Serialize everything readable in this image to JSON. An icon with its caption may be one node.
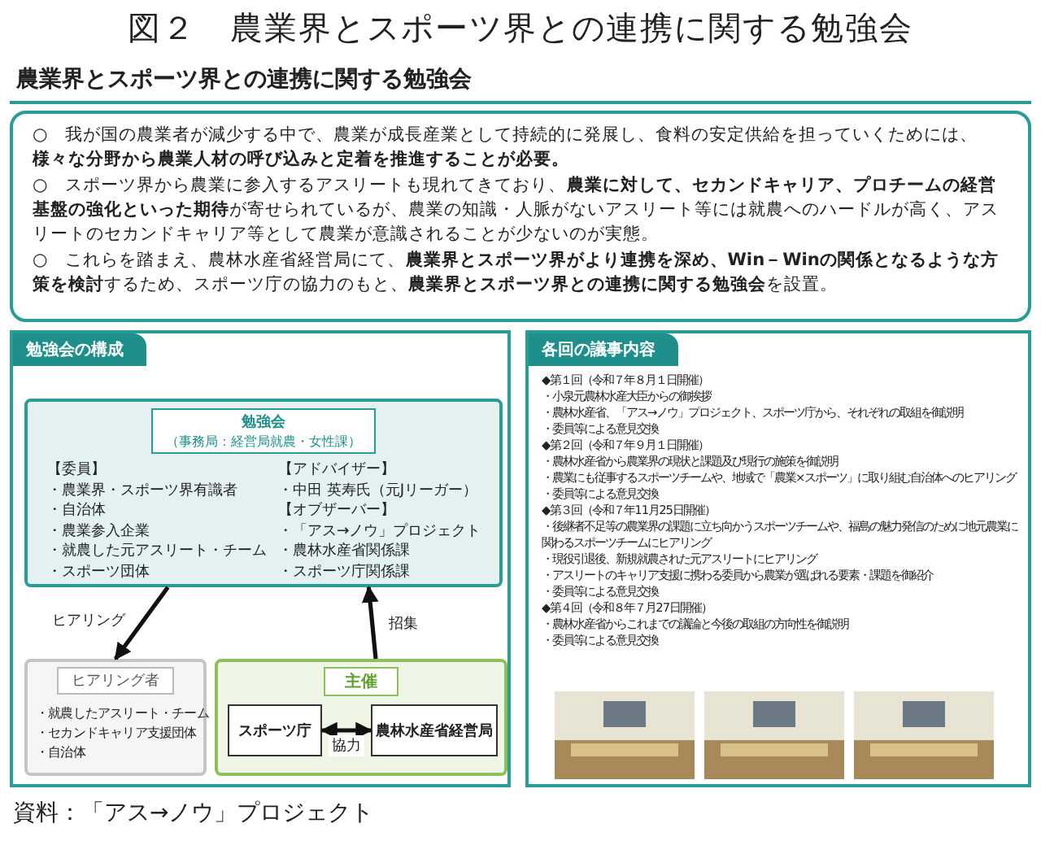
{
  "diagram": {
    "title": "図２　農業界とスポーツ界との連携に関する勉強会",
    "caption": "資料：「アス→ノウ」プロジェクト",
    "nodes": [
      {
        "text": [
          "○　我が国の農業者が減少する中で、農業が成長産業として持続的に発展し、食料の安定供給を担っていくためには、**様々な分野から農業人材の呼び込みと定着を推進することが必要。**",
          "○　スポーツ界から農業に参入するアスリートも現れてきており、**農業に対して、セカンドキャリア、プロチームの経営基盤の強化といった期待**が寄せられているが、農業の知識・人脈がないアスリート等には就農へのハードルが高く、アスリートのセカンドキャリア等として農業が意識されることが少ないのが実態。",
          "○　これらを踏まえ、農林水産省経営局にて、**農業界とスポーツ界がより連携を深め、Win－Winの関係となるような方策を検討**するため、スポーツ庁の協力のもと、**農業界とスポーツ界との連携に関する勉強会**を設置。"
        ]
      },
      {
        "text": [
          "勉強会の構成"
        ]
      },
      {
        "text": [
          "勉強会",
          "（事務局：経営局就農・女性課）",
          "【委員】",
          "・農業界・スポーツ界有識者",
          "・自治体",
          "・農業参入企業",
          "・就農した元アスリート・チーム",
          "・スポーツ団体",
          "【アドバイザー】",
          "・中田 英寿氏（元Jリーガー）",
          "【オブザーバー】",
          "・「アス→ノウ」プロジェクト",
          "・農林水産省関係課",
          "・スポーツ庁関係課"
        ],
        "in": 1
      },
      {
        "text": [
          "ヒアリング者",
          "・就農したアスリート・チーム",
          "・セカンドキャリア支援団体",
          "・自治体"
        ],
        "in": 1
      },
      {
        "text": [
          "主催"
        ],
        "in": 1
      },
      {
        "text": [
          "スポーツ庁"
        ],
        "in": 4
      },
      {
        "text": [
          "農林水産省経営局"
        ],
        "in": 4
      },
      {
        "text": [
          "各回の議事内容",
          "◆第１回（令和７年８月１日開催）",
          "・小泉元農林水産大臣からの御挨拶",
          "・農林水産省、「アス→ノウ」プロジェクト、スポーツ庁から、それぞれの取組を御説明",
          "・委員等による意見交換",
          "◆第２回（令和７年９月１日開催）",
          "・農林水産省から農業界の現状と課題及び現行の施策を御説明",
          "・農業にも従事するスポーツチームや、地域で「農業×スポーツ」に取り組む自治体へのヒアリング",
          "・委員等による意見交換",
          "◆第３回（令和７年11月25日開催）",
          "・後継者不足等の農業界の課題に立ち向かうスポーツチームや、福島の魅力発信のために地元農業に関わるスポーツチームにヒアリング",
          "・現役引退後、新規就農された元アスリートにヒアリング",
          "・アスリートのキャリア支援に携わる委員から農業が選ばれる要素・課題を御紹介",
          "・委員等による意見交換",
          "◆第４回（令和８年７月27日開催）",
          "・農林水産省からこれまでの議論と今後の取組の方向性を御説明",
          "・委員等による意見交換"
        ]
      },
      {
        "text": [],
        "shape": "picture",
        "in": 7
      },
      {
        "text": [],
        "shape": "picture",
        "in": 7
      },
      {
        "text": [],
        "shape": "picture",
        "in": 7
      }
    ],
    "edges": [
      {
        "from": 2,
        "to": 3,
        "arrow": "to",
        "label": "ヒアリング"
      },
      {
        "from": 4,
        "to": 2,
        "arrow": "to",
        "label": "招集"
      },
      {
        "from": 5,
        "to": 6,
        "arrow": "both",
        "label": "協力"
      }
    ],
    "labels": [
      "農業界とスポーツ界との連携に関する勉強会"
    ]
  }
}
